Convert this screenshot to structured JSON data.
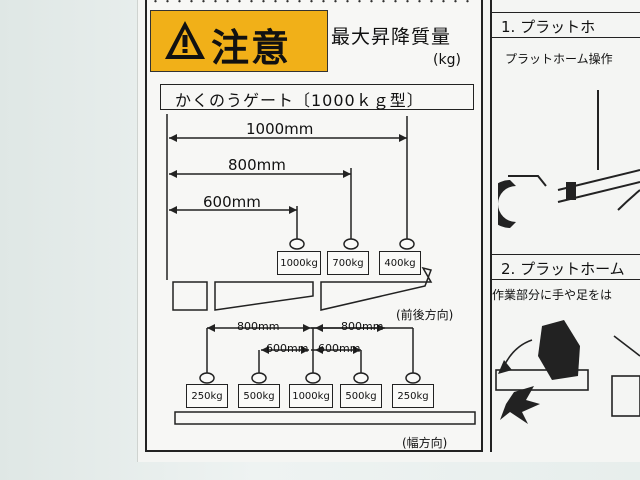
{
  "warning": {
    "title": "注意",
    "max_load_label": "最大昇降質量",
    "unit": "(kg)"
  },
  "gate": {
    "title": "かくのうゲート〔1000ｋｇ型〕"
  },
  "depth_dims": {
    "d1000": "1000mm",
    "d800": "800mm",
    "d600": "600mm"
  },
  "depth_weights": {
    "w1000": "1000kg",
    "w700": "700kg",
    "w400": "400kg"
  },
  "depth_direction": "(前後方向)",
  "width_dims": {
    "l800": "800mm",
    "l600": "600mm",
    "r600": "600mm",
    "r800": "800mm"
  },
  "width_weights": {
    "w250a": "250kg",
    "w500a": "500kg",
    "w1000": "1000kg",
    "w500b": "500kg",
    "w250b": "250kg"
  },
  "width_direction": "(幅方向)",
  "right": {
    "step1_title": "1. プラットホ",
    "step1_text": "プラットホーム操作",
    "step2_title": "2. プラットホーム",
    "step2_text": "作業部分に手や足をは"
  }
}
